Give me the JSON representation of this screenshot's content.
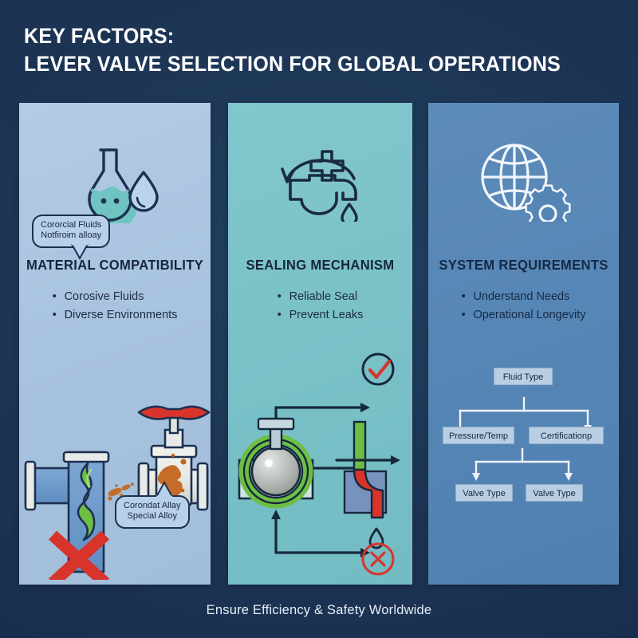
{
  "header": {
    "title_line1": "KEY FACTORS:",
    "title_line2": "LEVER VALVE SELECTION FOR GLOBAL OPERATIONS"
  },
  "colors": {
    "background": "#1d3555",
    "panel1_bg": "#a7c2de",
    "panel2_bg": "#79c0c7",
    "panel3_bg": "#5585b5",
    "heading_text": "#17263d",
    "title_text": "#ffffff",
    "accent_red": "#d8342b",
    "accent_green": "#6cbf44",
    "accent_teal": "#6cc4c0",
    "rust": "#c4651d",
    "flow_box": "#b9cee2",
    "callout_bg": "#b8d0e8",
    "outline": "#1d3050"
  },
  "columns": [
    {
      "id": "material-compatibility",
      "icon": "flask-droplet-icon",
      "heading": "MATERIAL COMPATIBILITY",
      "bullets": [
        "Corosive Fluids",
        "Diverse Environments"
      ],
      "callouts": [
        {
          "id": "callout-corrosive",
          "line1": "Cororcial Fluids",
          "line2": "Notfiroim alloay"
        },
        {
          "id": "callout-alloy",
          "line1": "Corondat Allay",
          "line2": "Special Alloy"
        }
      ],
      "illustration": "corroded-pipe-and-valve"
    },
    {
      "id": "sealing-mechanism",
      "icon": "faucet-drip-icon",
      "heading": "SEALING MECHANISM",
      "bullets": [
        "Reliable Seal",
        "Prevent Leaks"
      ],
      "illustration": "ball-valve-seal-diagram",
      "markers": [
        "check-circle-icon",
        "cross-circle-icon",
        "water-drop-icon"
      ]
    },
    {
      "id": "system-requirements",
      "icon": "globe-gear-icon",
      "heading": "SYSTEM REQUIREMENTS",
      "bullets": [
        "Understand Needs",
        "Operational Longevity"
      ],
      "illustration": "selection-flowchart",
      "flowchart": {
        "root": "Fluid Type",
        "mid_left": "Pressure/Temp",
        "mid_right": "Certificationp",
        "leaf_left": "Valve Type",
        "leaf_right": "Valve Type"
      }
    }
  ],
  "footer": {
    "tagline": "Ensure Efficiency & Safety Worldwide"
  }
}
